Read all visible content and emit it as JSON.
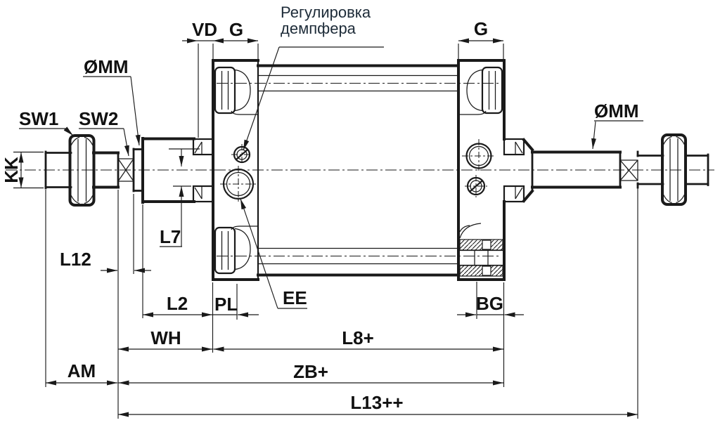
{
  "annotation": {
    "line1": "Регулировка",
    "line2": "демпфера"
  },
  "dims": {
    "vd": "VD",
    "g_front": "G",
    "g_rear": "G",
    "omm_left": "ØMM",
    "omm_right": "ØMM",
    "sw1": "SW1",
    "sw2": "SW2",
    "kk": "KK",
    "l7": "L7",
    "l12": "L12",
    "l2": "L2",
    "pl": "PL",
    "ee": "EE",
    "bg": "BG",
    "wh": "WH",
    "l8": "L8+",
    "am": "AM",
    "zb": "ZB+",
    "l13": "L13++"
  },
  "colors": {
    "line": "#1a1a1a",
    "annotation": "#1d2b38",
    "background": "#ffffff"
  }
}
